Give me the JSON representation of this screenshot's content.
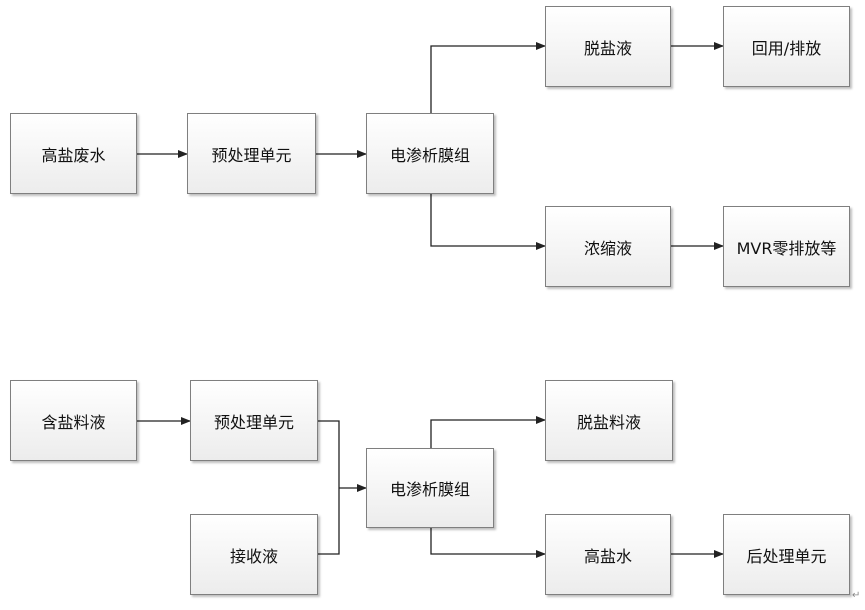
{
  "diagram1": {
    "source": "高盐废水",
    "pretreat": "预处理单元",
    "ed": "电渗析膜组",
    "desalted": "脱盐液",
    "reuse": "回用/排放",
    "concentrate": "浓缩液",
    "mvr": "MVR零排放等"
  },
  "diagram2": {
    "source": "含盐料液",
    "pretreat": "预处理单元",
    "receiving": "接收液",
    "ed": "电渗析膜组",
    "desalted": "脱盐料液",
    "highsalt": "高盐水",
    "post": "后处理单元"
  },
  "marks": {
    "paragraph": "↵"
  }
}
